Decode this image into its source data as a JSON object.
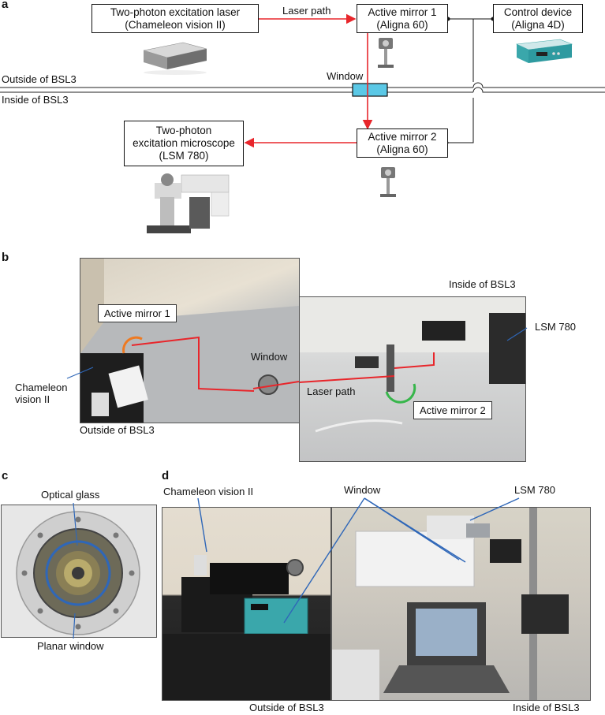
{
  "panel_a": {
    "letter": "a",
    "laser_box": {
      "line1": "Two-photon excitation laser",
      "line2": "(Chameleon vision II)"
    },
    "mirror1_box": {
      "line1": "Active mirror 1",
      "line2": "(Aligna 60)"
    },
    "control_box": {
      "line1": "Control device",
      "line2": "(Aligna 4D)"
    },
    "mirror2_box": {
      "line1": "Active mirror 2",
      "line2": "(Aligna 60)"
    },
    "microscope_box": {
      "line1": "Two-photon",
      "line2": "excitation microscope",
      "line3": "(LSM 780)"
    },
    "laser_path_label": "Laser path",
    "window_label": "Window",
    "outside_label": "Outside of BSL3",
    "inside_label": "Inside of BSL3"
  },
  "panel_b": {
    "letter": "b",
    "active_mirror_1": "Active mirror 1",
    "window": "Window",
    "chameleon_line1": "Chameleon",
    "chameleon_line2": "vision II",
    "laser_path": "Laser path",
    "outside": "Outside of BSL3",
    "inside": "Inside of BSL3",
    "lsm": "LSM 780",
    "active_mirror_2": "Active mirror 2"
  },
  "panel_c": {
    "letter": "c",
    "optical_glass": "Optical glass",
    "planar_window": "Planar window"
  },
  "panel_d": {
    "letter": "d",
    "chameleon": "Chameleon vision II",
    "window": "Window",
    "lsm": "LSM 780",
    "outside": "Outside of BSL3",
    "inside": "Inside of BSL3"
  },
  "colors": {
    "laser": "#e8262b",
    "window_fill": "#5bc8e6",
    "pointer": "#2f67b8",
    "mirror1_arc": "#ee7a22",
    "mirror2_arc": "#37b64b"
  }
}
